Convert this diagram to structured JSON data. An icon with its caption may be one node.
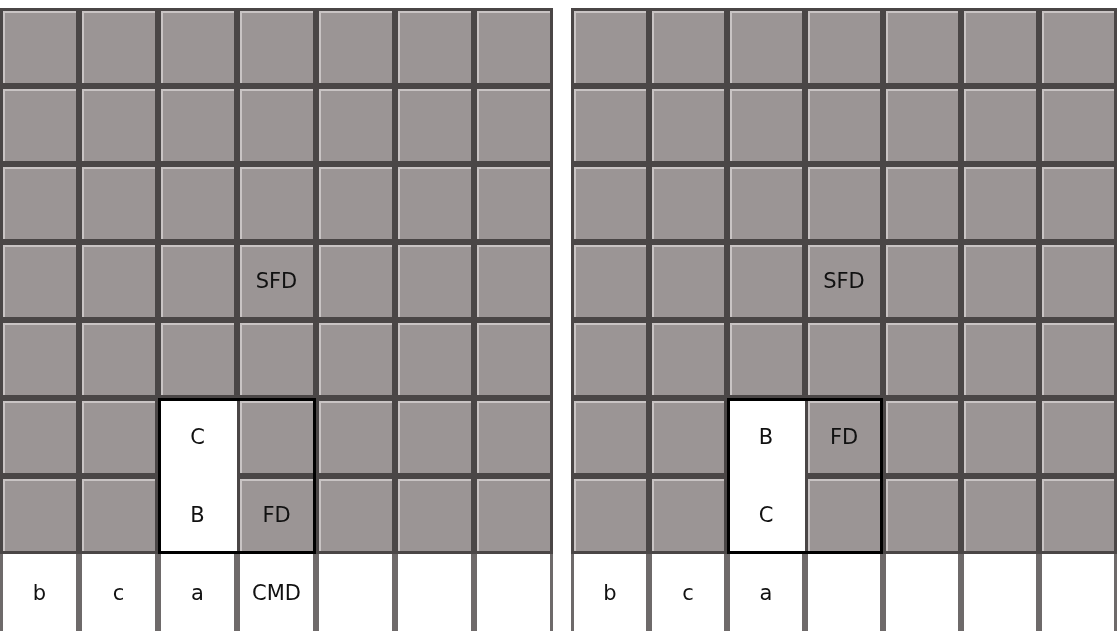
{
  "diagram": {
    "labels": [
      "SFD",
      "C",
      "B",
      "FD",
      "b",
      "c",
      "a",
      "CMD",
      "SFD",
      "B",
      "FD",
      "C",
      "b",
      "c",
      "a"
    ]
  }
}
